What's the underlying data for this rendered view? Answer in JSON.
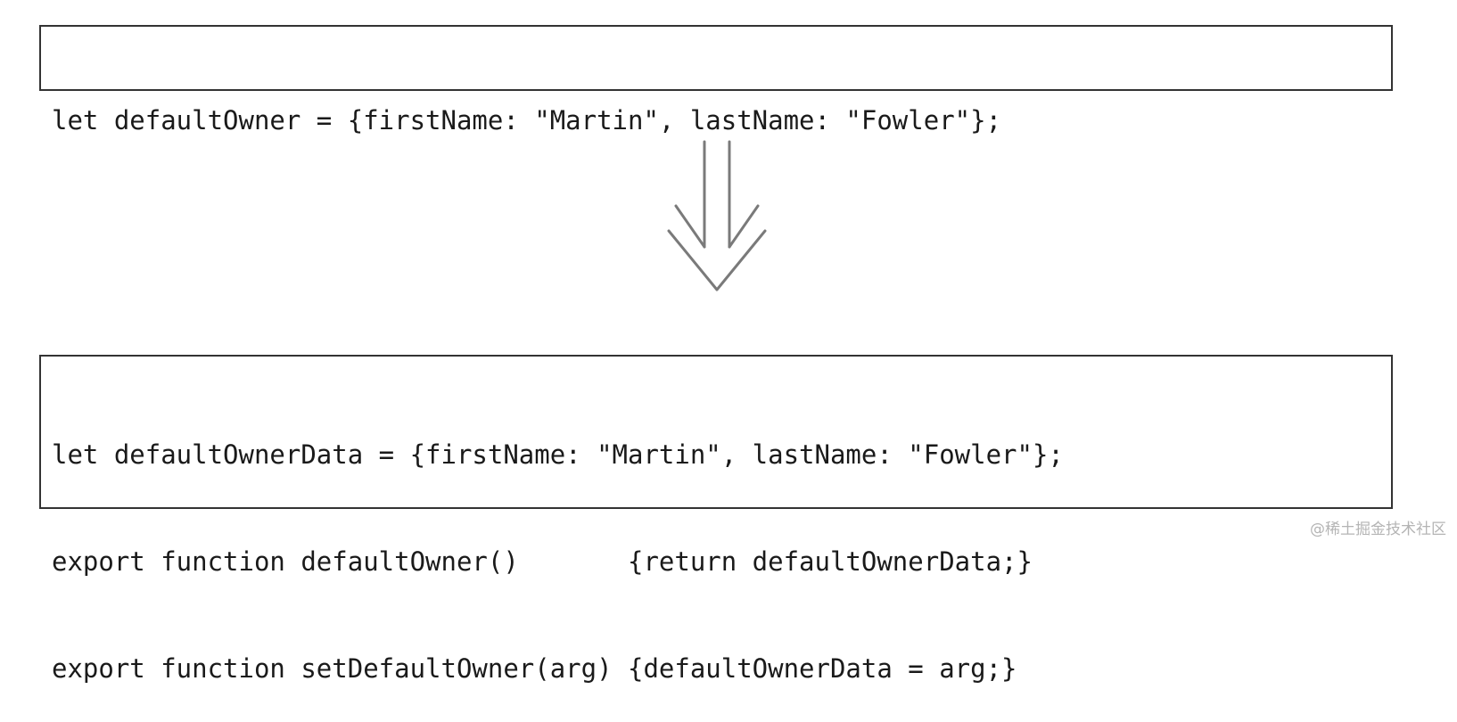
{
  "before_code": {
    "lines": [
      "let defaultOwner = {firstName: \"Martin\", lastName: \"Fowler\"};"
    ]
  },
  "after_code": {
    "lines": [
      "let defaultOwnerData = {firstName: \"Martin\", lastName: \"Fowler\"};",
      "export function defaultOwner()       {return defaultOwnerData;}",
      "export function setDefaultOwner(arg) {defaultOwnerData = arg;}"
    ]
  },
  "arrow": {
    "icon": "double-down-arrow-icon",
    "color": "#7a7a7a"
  },
  "watermark": {
    "text": "@稀土掘金技术社区"
  }
}
